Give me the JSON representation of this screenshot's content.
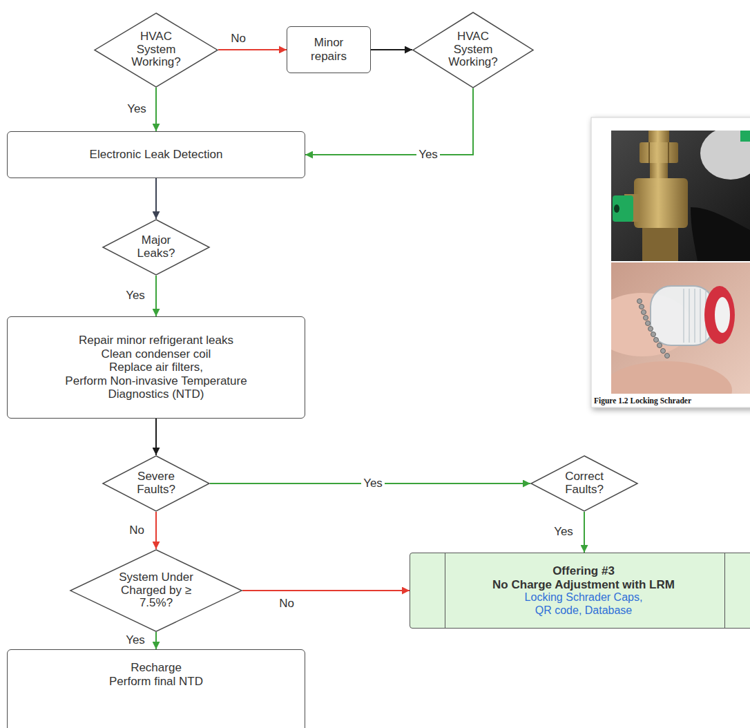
{
  "diagram": {
    "nodes": [
      {
        "text": [
          "HVAC System Working?"
        ]
      },
      {
        "text": [
          "Minor repairs"
        ]
      },
      {
        "text": [
          "HVAC System Working?"
        ]
      },
      {
        "text": [
          "Electronic Leak Detection"
        ]
      },
      {
        "text": [
          "Major Leaks?"
        ]
      },
      {
        "text": [
          "Repair minor refrigerant leaks",
          "Clean condenser coil",
          "Replace air filters,",
          "Perform Non-invasive Temperature Diagnostics (NTD)"
        ]
      },
      {
        "text": [
          "Severe Faults?"
        ]
      },
      {
        "text": [
          "Correct Faults?"
        ]
      },
      {
        "text": [
          "System Under Charged by ≥ 7.5%?"
        ]
      },
      {
        "text": [
          "Offering #3",
          "No Charge Adjustment with LRM",
          "Locking Schrader Caps, QR code, Database"
        ]
      },
      {
        "text": [
          "Recharge",
          "Perform final NTD"
        ]
      }
    ],
    "edges": [
      {
        "from": 0,
        "to": 1,
        "arrow": "to",
        "label": "No"
      },
      {
        "from": 1,
        "to": 2,
        "arrow": "to"
      },
      {
        "from": 2,
        "to": 3,
        "arrow": "to",
        "label": "Yes"
      },
      {
        "from": 0,
        "to": 3,
        "arrow": "to",
        "label": "Yes"
      },
      {
        "from": 3,
        "to": 4,
        "arrow": "to"
      },
      {
        "from": 4,
        "to": 5,
        "arrow": "to",
        "label": "Yes"
      },
      {
        "from": 5,
        "to": 6,
        "arrow": "to"
      },
      {
        "from": 6,
        "to": 7,
        "arrow": "to",
        "label": "Yes"
      },
      {
        "from": 6,
        "to": 8,
        "arrow": "to",
        "label": "No"
      },
      {
        "from": 7,
        "to": 9,
        "arrow": "to",
        "label": "Yes"
      },
      {
        "from": 8,
        "to": 9,
        "arrow": "to",
        "label": "No"
      },
      {
        "from": 8,
        "to": 10,
        "arrow": "to",
        "label": "Yes"
      }
    ],
    "labels": [
      "Figure 1.2 Locking Schrader"
    ]
  }
}
